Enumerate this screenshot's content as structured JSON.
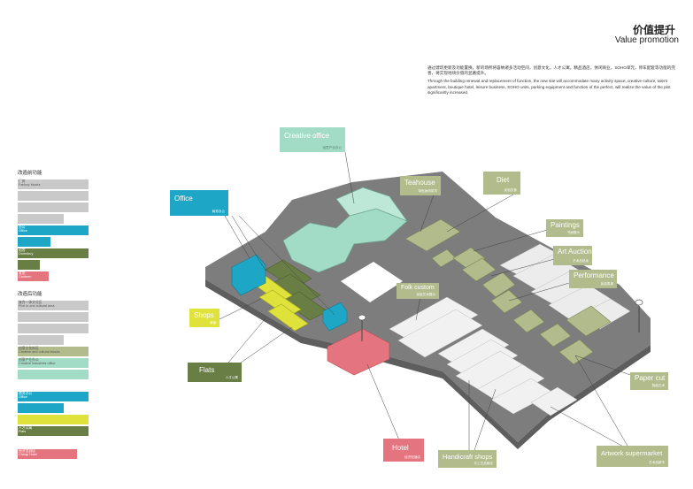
{
  "header": {
    "title_cn": "价值提升",
    "title_en": "Value promotion"
  },
  "description": {
    "cn": "通过建筑更新及功能置换，新的场所将容纳诸多活动空间，创意文化，人才公寓，精品酒店，休闲商业，SOHO单元，停车配套等功能的完善，将实现地块价值的显著提升。",
    "en": "Through the building renewal and replacement of function, the new site will accommodate many activity space, creative culture, talent apartment, boutique hotel, leisure business, SOHO units, parking equipment and function of the perfect, will realize the value of the plot significantly increased."
  },
  "legend_before": {
    "title": "改造前功能",
    "items": [
      {
        "cn": "厂房",
        "en": "Factory blocks"
      },
      {
        "cn": "",
        "en": ""
      },
      {
        "cn": "",
        "en": ""
      },
      {
        "cn": "",
        "en": ""
      },
      {
        "cn": "办公",
        "en": "Office"
      },
      {
        "cn": "宿舍",
        "en": "Dormitory"
      },
      {
        "cn": "",
        "en": ""
      },
      {
        "cn": "食堂",
        "en": "Canteen"
      }
    ]
  },
  "legend_after": {
    "title": "改造后功能",
    "items": [
      {
        "cn": "复合一体文化区",
        "en": "Five in one cultural area"
      },
      {
        "cn": "",
        "en": ""
      },
      {
        "cn": "",
        "en": ""
      },
      {
        "cn": "创意文化街区",
        "en": "Creative and cultural blocks"
      },
      {
        "cn": "创意产业办公",
        "en": "Creative industries office"
      },
      {
        "cn": "",
        "en": ""
      },
      {
        "cn": "商务办公",
        "en": "Office"
      },
      {
        "cn": "",
        "en": ""
      },
      {
        "cn": "",
        "en": ""
      },
      {
        "cn": "人才公寓",
        "en": "Flats"
      },
      {
        "cn": "经济型酒店",
        "en": "Cheap Hotel"
      }
    ]
  },
  "callouts": {
    "creative_office": {
      "en": "Creative office",
      "cn": "创意产业办公"
    },
    "office": {
      "en": "Office",
      "cn": "商务办公"
    },
    "teahouse": {
      "en": "Teahouse",
      "cn": "特色休闲茶坊"
    },
    "diet": {
      "en": "Diet",
      "cn": "民俗饮食"
    },
    "paintings": {
      "en": "Paintings",
      "cn": "书画展示"
    },
    "art_auction": {
      "en": "Art Auction",
      "cn": "艺术品拍卖"
    },
    "performance": {
      "en": "Performance",
      "cn": "民俗表演"
    },
    "folk_custom": {
      "en": "Folk custom",
      "cn": "民俗艺术展示"
    },
    "shops": {
      "en": "Shops",
      "cn": "商铺"
    },
    "flats": {
      "en": "Flats",
      "cn": "人才公寓"
    },
    "paper_cut": {
      "en": "Paper cut",
      "cn": "剪纸艺术"
    },
    "hotel": {
      "en": "Hotel",
      "cn": "经济型酒店"
    },
    "handicraft_shops": {
      "en": "Handicraft shops",
      "cn": "手工艺品商店"
    },
    "artwork_supermarket": {
      "en": "Artwork supermarket",
      "cn": "艺术品超市"
    }
  },
  "colors": {
    "olive": "#b1bb8c",
    "dark_olive": "#687e44",
    "cyan": "#1ea6c7",
    "mint": "#a3dcc6",
    "yellow": "#dfe23a",
    "pink": "#e4747e",
    "light_gray": "#c9c9c9",
    "ground": "#7d7d7d"
  }
}
